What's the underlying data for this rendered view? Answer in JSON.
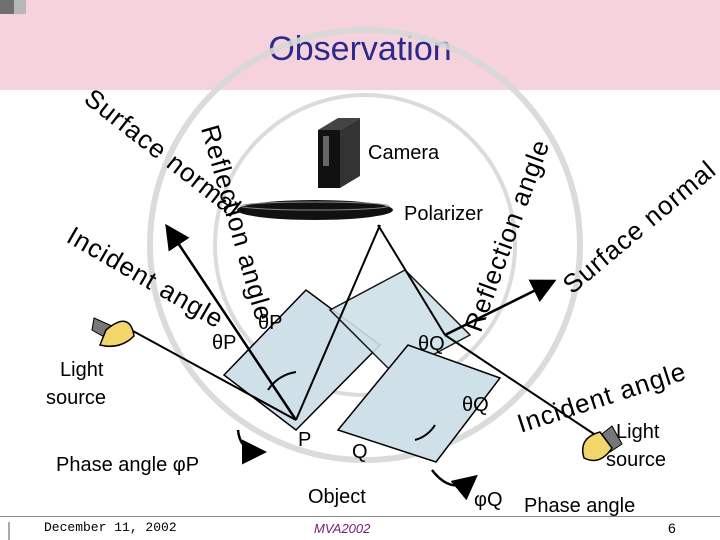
{
  "slide": {
    "title": "Observation",
    "labels": {
      "surface_normal_left": "Surface normal",
      "reflection_angle_left": "Reflection angle",
      "incident_angle_left": "Incident angle",
      "camera": "Camera",
      "polarizer": "Polarizer",
      "reflection_angle_right": "Reflection angle",
      "surface_normal_right": "Surface normal",
      "incident_angle_right": "Incident angle",
      "light_source_left": "Light source",
      "light_source_right": "Light source",
      "theta_p_left": "θP",
      "theta_p_right": "θP",
      "theta_q_upper": "θQ",
      "theta_q_lower": "θQ",
      "phase_angle_left": "Phase angle φP",
      "point_p": "P",
      "point_q": "Q",
      "object": "Object",
      "phi_q": "φQ",
      "phase_angle_right": "Phase angle"
    },
    "footer": {
      "date": "December 11, 2002",
      "conference": "MVA2002",
      "page": "6"
    }
  },
  "colors": {
    "title_background": "#f6d3dc",
    "title_text": "#2a2a8c",
    "plane_fill": "#cfe0e8",
    "watermark": "#d8d8d8",
    "bulb": "#f3d66a"
  }
}
